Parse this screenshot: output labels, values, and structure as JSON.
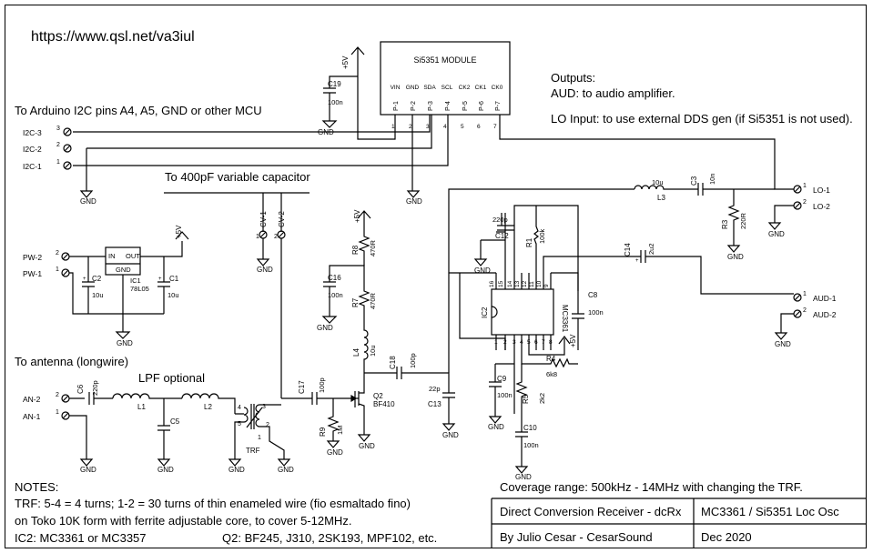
{
  "url": "https://www.qsl.net/va3iul",
  "headings": {
    "i2c": "To Arduino I2C pins A4, A5, GND or other MCU",
    "varcap": "To 400pF variable capacitor",
    "antenna": "To antenna (longwire)",
    "lpf": "LPF optional"
  },
  "outputs": {
    "title": "Outputs:",
    "aud": "AUD: to audio amplifier.",
    "lo": "LO Input: to use external DDS gen (if Si5351 is not used)."
  },
  "module": {
    "name": "Si5351 MODULE",
    "pin_names": [
      "VIN",
      "GND",
      "SDA",
      "SCL",
      "CK2",
      "CK1",
      "CK0"
    ],
    "pins": [
      "P-1",
      "P-2",
      "P-3",
      "P-4",
      "P-5",
      "P-6",
      "P-7"
    ],
    "pin_numbers": [
      "1",
      "2",
      "3",
      "4",
      "5",
      "6",
      "7"
    ]
  },
  "connectors": {
    "i2c3": "I2C-3",
    "i2c2": "I2C-2",
    "i2c1": "I2C-1",
    "pw2": "PW-2",
    "pw1": "PW-1",
    "cv1": "CV-1",
    "cv2": "CV-2",
    "an2": "AN-2",
    "an1": "AN-1",
    "lo1": "LO-1",
    "lo2": "LO-2",
    "aud1": "AUD-1",
    "aud2": "AUD-2",
    "n1": "1",
    "n2": "2",
    "n3": "3"
  },
  "labels": {
    "gnd": "GND",
    "vplus": "+5V",
    "ic1": "IC1",
    "ic1_part": "78L05",
    "ic1_in": "IN",
    "ic1_out": "OUT",
    "ic1_gnd": "GND",
    "ic2": "IC2",
    "ic2_part": "MC3361",
    "c1": "C1",
    "c2": "C2",
    "c10u": "10u",
    "c19": "C19",
    "c19v": "100n",
    "c16": "C16",
    "c16v": "100n",
    "r8": "R8",
    "r8v": "470R",
    "r7": "R7",
    "r7v": "470R",
    "l4": "L4",
    "l4v": "10u",
    "c18": "C18",
    "c18v": "100p",
    "c17": "C17",
    "c17v": "100p",
    "c13": "C13",
    "c13v": "22p",
    "r9": "R9",
    "r9v": "1M",
    "q2": "Q2",
    "q2v": "BF410",
    "c6": "C6",
    "c6v": "220p",
    "l1": "L1",
    "l2": "L2",
    "c5": "C5",
    "trf": "TRF",
    "l3": "L3",
    "l3v": "10u",
    "c3": "C3",
    "c3v": "10n",
    "r3": "R3",
    "r3v": "220R",
    "c14": "C14",
    "c14v": "2u2",
    "c12": "C12",
    "c12v": "220p",
    "r1": "R1",
    "r1v": "100k",
    "c8": "C8",
    "c8v": "100n",
    "r4": "R4",
    "r4v": "6k8",
    "c9": "C9",
    "c9v": "100n",
    "r5": "R5",
    "r5v": "2k2",
    "c10": "C10",
    "c10v": "100n",
    "ic2_pins_top": [
      "16",
      "15",
      "14",
      "13",
      "12",
      "11",
      "10",
      "9"
    ],
    "ic2_pins_bottom": [
      "1",
      "2",
      "3",
      "4",
      "5",
      "6",
      "7",
      "8"
    ],
    "trf_pins": [
      "4",
      "5",
      "3",
      "1",
      "2"
    ],
    "pin_plus": "+"
  },
  "coverage": "Coverage range: 500kHz - 14MHz with changing the TRF.",
  "notes": {
    "title": "NOTES:",
    "line1": "TRF: 5-4 = 4 turns; 1-2 = 30 turns of thin enameled wire (fio esmaltado fino)",
    "line2": "on Toko 10K form with ferrite adjustable core, to cover 5-12MHz.",
    "line3a": "IC2: MC3361 or MC3357",
    "line3b": "Q2: BF245, J310, 2SK193, MPF102, etc."
  },
  "title_block": {
    "r1c1": "Direct Conversion Receiver - dcRx",
    "r1c2": "MC3361 / Si5351 Loc Osc",
    "r2c1": "By Julio Cesar - CesarSound",
    "r2c2": "Dec 2020"
  }
}
